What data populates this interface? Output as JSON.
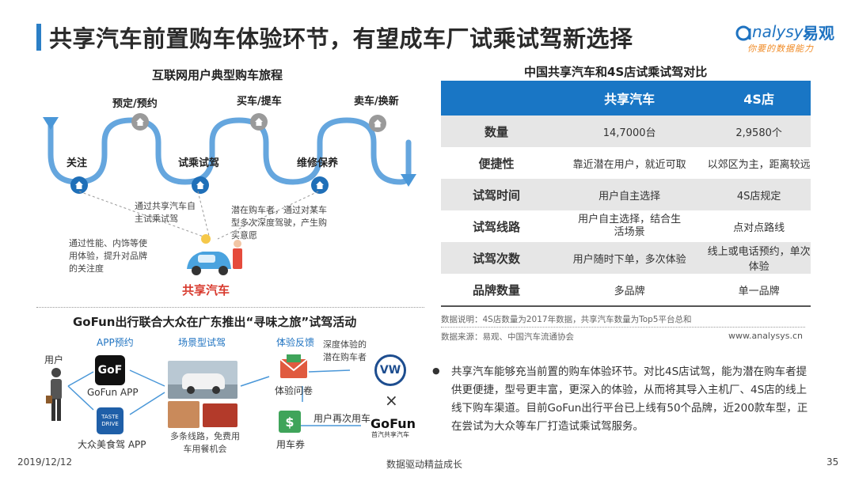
{
  "header": {
    "title": "共享汽车前置购车体验环节，有望成车厂试乘试驾新选择",
    "logo_en": "nalysys",
    "logo_cn": "易观",
    "logo_slogan": "你要的数据能力"
  },
  "journey": {
    "title": "互联网用户典型购车旅程",
    "top_stages": [
      "预定/预约",
      "买车/提车",
      "卖车/换新"
    ],
    "bottom_stages": [
      "关注",
      "试乘试驾",
      "维修保养"
    ],
    "note_left": "通过性能、内饰等使用体验，提升对品牌的关注度",
    "note_mid": "通过共享汽车自主试乘试驾",
    "note_right": "潜在购车者，通过对某车型多次深度驾驶，产生购买意愿",
    "car_label": "共享汽车"
  },
  "gofun": {
    "title": "GoFun出行联合大众在广东推出“寻味之旅”试驾活动",
    "user_label": "用户",
    "app_booking_label": "APP预约",
    "scene_label": "场景型试驾",
    "feedback_label": "体验反馈",
    "gofun_app": "GoFun APP",
    "gofun_icon_text": "GoF",
    "taste_icon_line1": "TASTE",
    "taste_icon_line2": "DRIVE",
    "taste_app": "大众美食驾 APP",
    "scene_caption": "多条线路，免费用车用餐机会",
    "survey_label": "体验问卷",
    "coupon_label": "用车券",
    "deep_exp_label": "深度体验的潜在购车者",
    "again_label": "用户再次用车",
    "vw_text": "VW",
    "cross": "×",
    "gofun_logo": "GoFun",
    "gofun_logo_sub": "首汽共享汽车",
    "coupon_symbol": "$"
  },
  "compare": {
    "title": "中国共享汽车和4S店试乘试驾对比",
    "columns": [
      "",
      "共享汽车",
      "4S店"
    ],
    "rows": [
      [
        "数量",
        "14,7000台",
        "2,9580个"
      ],
      [
        "便捷性",
        "靠近潜在用户，就近可取",
        "以郊区为主，距离较远"
      ],
      [
        "试驾时间",
        "用户自主选择",
        "4S店规定"
      ],
      [
        "试驾线路",
        "用户自主选择，结合生活场景",
        "点对点路线"
      ],
      [
        "试驾次数",
        "用户随时下单，多次体验",
        "线上或电话预约，单次体验"
      ],
      [
        "品牌数量",
        "多品牌",
        "单一品牌"
      ]
    ],
    "note": "数据说明：4S店数量为2017年数据，共享汽车数量为Top5平台总和",
    "source": "数据来源：易观、中国汽车流通协会",
    "site": "www.analysys.cn"
  },
  "bullet": {
    "symbol": "●",
    "text": "共享汽车能够充当前置的购车体验环节。对比4S店试驾，能为潜在购车者提供更便捷，型号更丰富，更深入的体验，从而将其导入主机厂、4S店的线上线下购车渠道。目前GoFun出行平台已上线有50个品牌，近200款车型，正在尝试为大众等车厂打造试乘试驾服务。"
  },
  "footer": {
    "date": "2019/12/12",
    "center": "数据驱动精益成长",
    "page": "35"
  },
  "colors": {
    "accent": "#1976c5",
    "brand_orange": "#f08a24",
    "table_gray": "#e6e6e6"
  }
}
